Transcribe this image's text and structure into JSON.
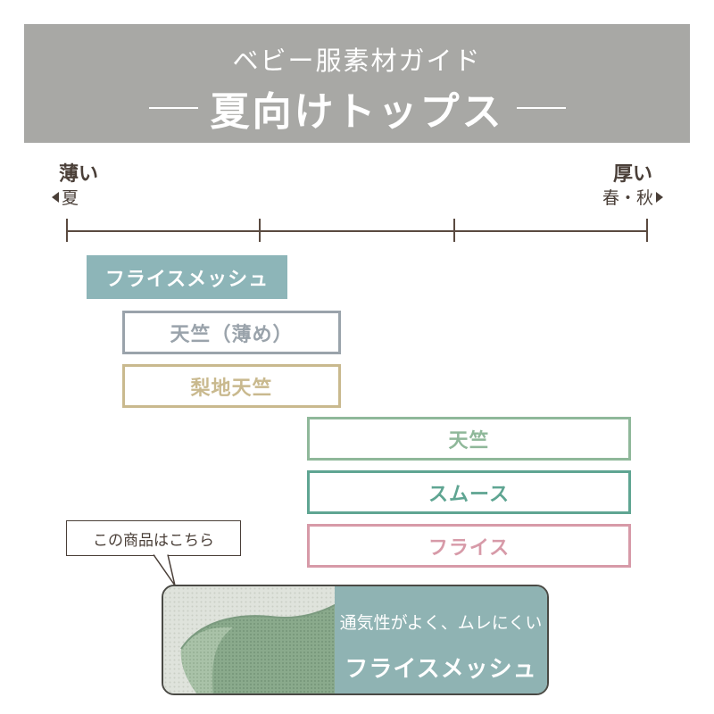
{
  "banner": {
    "subtitle": "ベビー服素材ガイド",
    "title": "夏向けトップス",
    "bg_color": "#a8a8a5"
  },
  "scale": {
    "thin_label": "薄い",
    "thin_season": "夏",
    "thick_label": "厚い",
    "thick_season": "春・秋",
    "left_arrow_icon": "triangle-left-icon",
    "right_arrow_icon": "triangle-right-icon"
  },
  "materials": [
    {
      "label": "フライスメッシュ",
      "style": "filled",
      "color": "#8db5b8"
    },
    {
      "label": "天竺（薄め）",
      "style": "outline",
      "color": "#9aa3ab"
    },
    {
      "label": "梨地天竺",
      "style": "outline",
      "color": "#c9b98e"
    },
    {
      "label": "天竺",
      "style": "outline",
      "color": "#8fb89a"
    },
    {
      "label": "スムース",
      "style": "outline",
      "color": "#5fa592"
    },
    {
      "label": "フライス",
      "style": "outline",
      "color": "#d79aa8"
    }
  ],
  "callout": {
    "text": "この商品はこちら"
  },
  "product": {
    "description": "通気性がよく、ムレにくい",
    "name": "フライスメッシュ",
    "panel_color": "#8fb3b3",
    "image_icon": "mesh-fabric-image"
  }
}
